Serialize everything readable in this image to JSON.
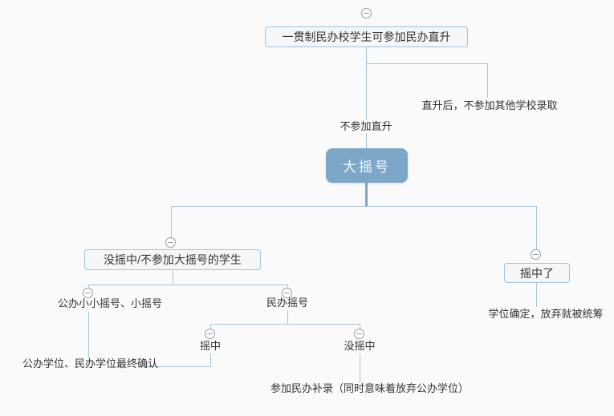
{
  "diagram": {
    "colors": {
      "background": "#fafafa",
      "line": "#a9c4d6",
      "accent": "#7da7c7",
      "node_border": "#a3c2d8",
      "node_fill": "#f5f6f8",
      "text": "#333333"
    },
    "nodes": {
      "root": "一贯制民办校学生可参加民办直升",
      "after_promotion": "直升后，不参加其他学校录取",
      "no_promotion": "不参加直升",
      "big_lottery": "大摇号",
      "not_won_or_skipped": "没摇中/不参加大摇号的学生",
      "won": "摇中了",
      "public_small_lottery": "公办小小摇号、小摇号",
      "private_lottery": "民办摇号",
      "lottery_won": "摇中",
      "lottery_lost": "没摇中",
      "seat_confirmed": "学位确定，放弃就被统筹",
      "final_confirmation": "公办学位、民办学位最终确认",
      "private_supplementary": "参加民办补录（同时意味着放弃公办学位）"
    }
  }
}
